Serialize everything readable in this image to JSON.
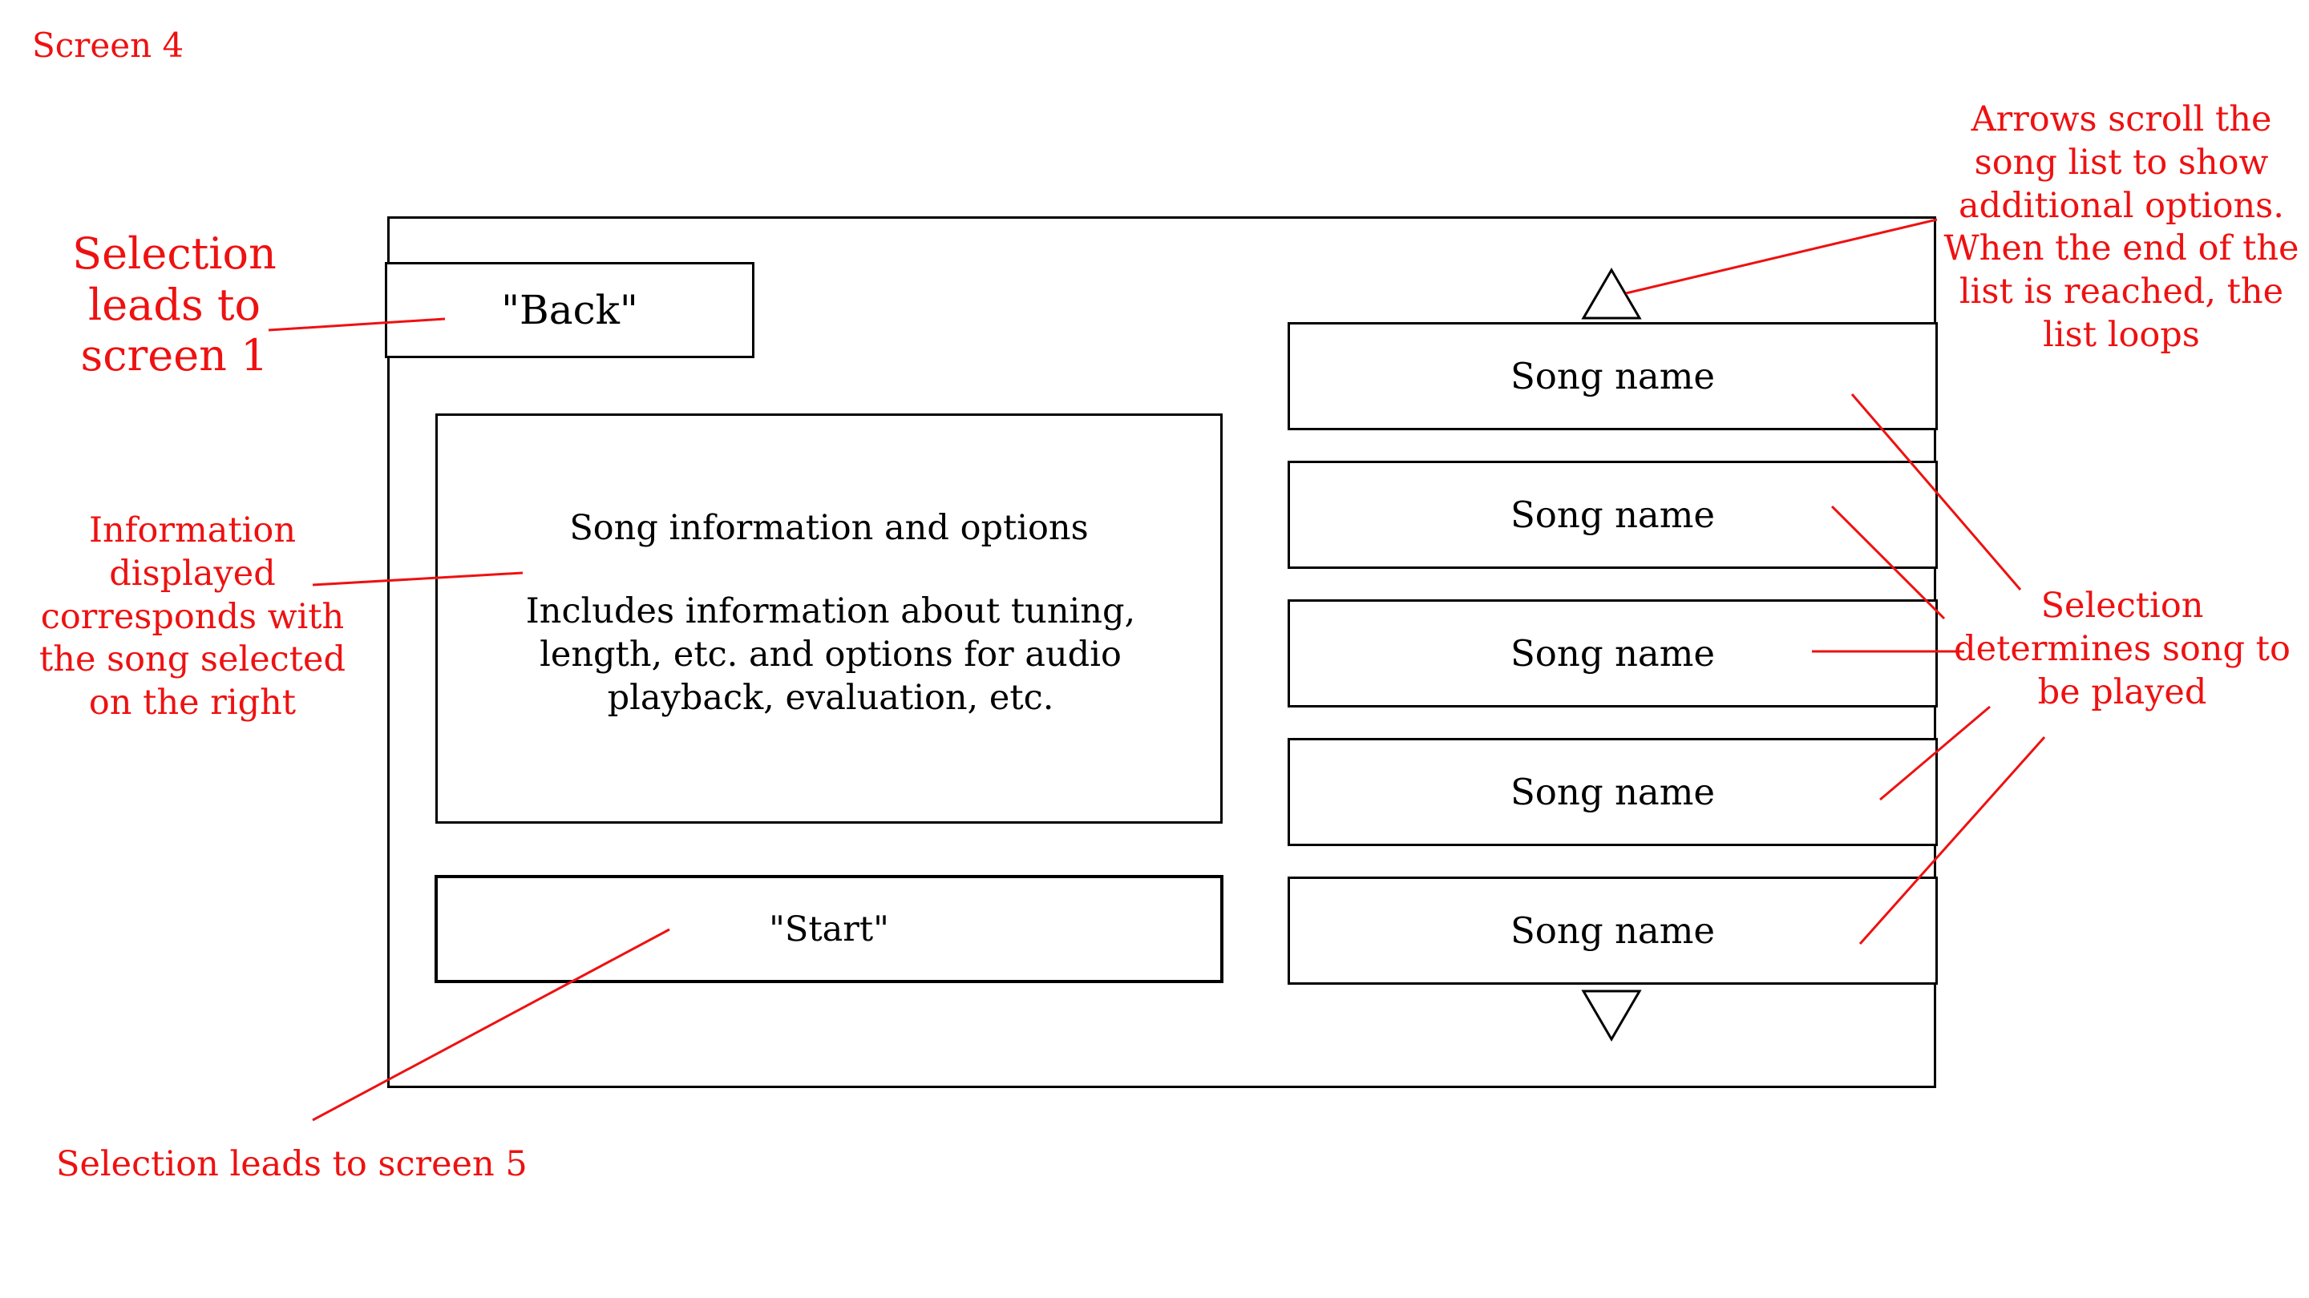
{
  "screen_label": "Screen 4",
  "mockup": {
    "back_label": "\"Back\"",
    "info_panel": {
      "title": "Song information and options",
      "body": "Includes information about tuning, length, etc. and options for audio playback, evaluation, etc."
    },
    "start_label": "\"Start\"",
    "song_list": [
      {
        "label": "Song name"
      },
      {
        "label": "Song name"
      },
      {
        "label": "Song name"
      },
      {
        "label": "Song name"
      },
      {
        "label": "Song name"
      }
    ]
  },
  "annotations": {
    "back": "Selection leads to screen 1",
    "info": "Information displayed corresponds with the song selected on the right",
    "start": "Selection leads to screen 5",
    "arrows": "Arrows scroll the song list to show additional options. When the end of the list is reached, the list loops",
    "songs": "Selection determines song to be played"
  },
  "colors": {
    "annotation": "#ee1111",
    "outline": "#000000"
  },
  "icons": {
    "scroll_up": "triangle-up-icon",
    "scroll_down": "triangle-down-icon"
  }
}
